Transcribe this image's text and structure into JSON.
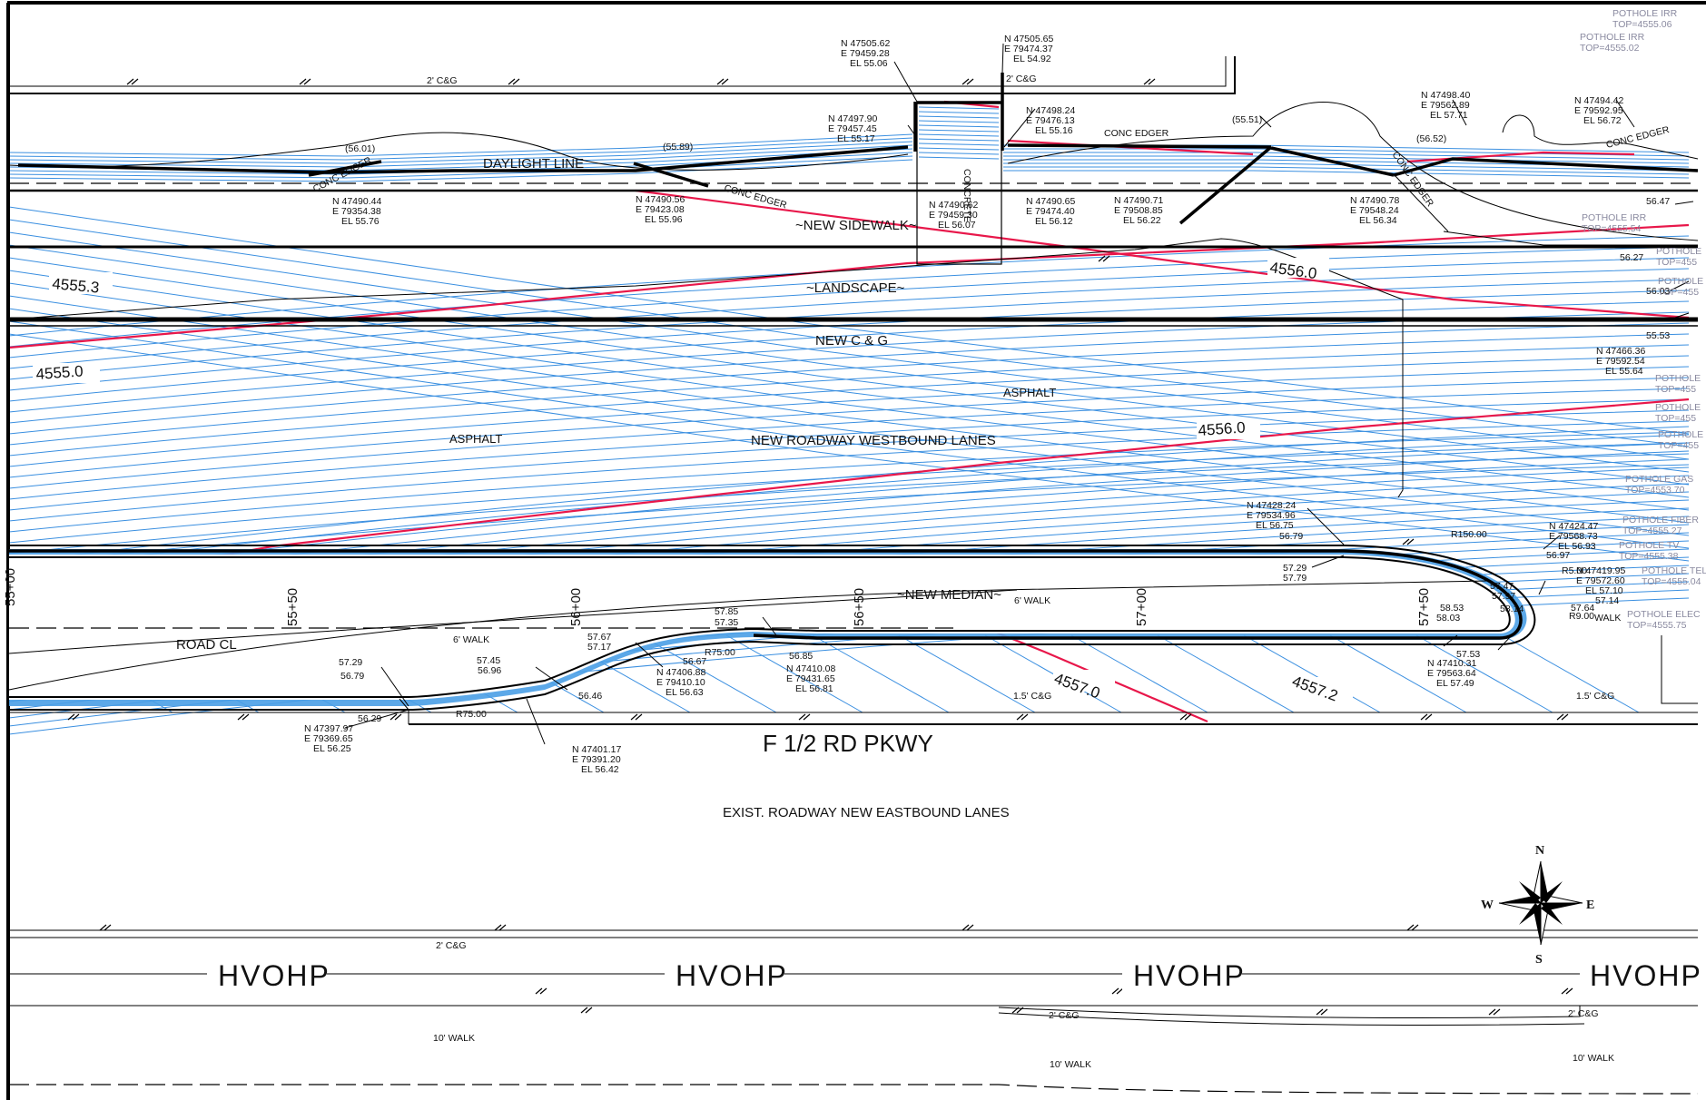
{
  "sheet_title": "F 1/2 RD PKWY",
  "areas": {
    "daylight_line": "DAYLIGHT LINE",
    "new_sidewalk": "~NEW SIDEWALK~",
    "landscape": "~LANDSCAPE~",
    "new_cg": "NEW C & G",
    "asphalt_1": "ASPHALT",
    "asphalt_2": "ASPHALT",
    "westbound": "NEW ROADWAY WESTBOUND LANES",
    "new_median": "~NEW MEDIAN~",
    "eastbound": "EXIST. ROADWAY NEW EASTBOUND LANES",
    "road_cl": "ROAD CL",
    "concrete": "CONCRETE"
  },
  "edge_labels": {
    "cg_top_1": "2' C&G",
    "cg_top_2": "2' C&G",
    "conc_edger_1": "CONC EDGER",
    "conc_edger_2": "CONC EDGER",
    "conc_edger_3": "CONC EDGER",
    "conc_edger_4": "CONC EDGER",
    "conc_edger_5": "CONC EDGER",
    "walk_6_a": "6' WALK",
    "walk_6_b": "6' WALK",
    "walk": "WALK",
    "cg15_a": "1.5' C&G",
    "cg15_b": "1.5' C&G",
    "cg_bot_1": "2' C&G",
    "cg_bot_2": "2' C&G",
    "cg_bot_3": "2' C&G",
    "walk10_a": "10' WALK",
    "walk10_b": "10' WALK",
    "walk10_c": "10' WALK"
  },
  "contour_labels": {
    "c1": "4555.3",
    "c2": "4555.0",
    "c3": "4556.0",
    "c4": "4556.0",
    "c5": "4557.0",
    "c6": "4557.2"
  },
  "hvohp": [
    "HVOHP",
    "HVOHP",
    "HVOHP",
    "HVOHP"
  ],
  "stations": [
    "55+00",
    "55+50",
    "56+00",
    "56+50",
    "57+00",
    "57+50"
  ],
  "radii": {
    "r150": "R150.00",
    "r5": "R5.00",
    "r9": "R9.00",
    "r75a": "R75.00",
    "r75b": "R75.00"
  },
  "spot_elevations": {
    "s1": "(56.01)",
    "s2": "(55.89)",
    "s3": "(55.51)",
    "s4": "(56.52)",
    "s5": "56.47",
    "s6": "56.27",
    "s7": "56.03",
    "s8": "55.53",
    "s9": "56.79",
    "s10": "57.29",
    "s11": "57.79",
    "s12": "56.97",
    "s13": "57.47",
    "s14": "57.97",
    "s15": "58.53",
    "s16": "58.03",
    "s17": "58.14",
    "s18": "57.64",
    "s19": "57.14",
    "s20": "57.53",
    "s21": "57.85",
    "s22": "57.35",
    "s23": "57.67",
    "s24": "57.17",
    "s25": "57.45",
    "s26": "56.96",
    "s27": "56.67",
    "s28": "56.85",
    "s29": "57.29",
    "s30": "56.79",
    "s31": "56.29",
    "s32": "56.46"
  },
  "coord_points": [
    {
      "n": "N  47505.62",
      "e": "E  79459.28",
      "el": "EL  55.06"
    },
    {
      "n": "N  47505.65",
      "e": "E  79474.37",
      "el": "EL  54.92"
    },
    {
      "n": "N  47497.90",
      "e": "E  79457.45",
      "el": "EL  55.17"
    },
    {
      "n": "N  47498.24",
      "e": "E  79476.13",
      "el": "EL  55.16"
    },
    {
      "n": "N  47498.40",
      "e": "E  79562.89",
      "el": "EL  57.71"
    },
    {
      "n": "N  47494.42",
      "e": "E  79592.95",
      "el": "EL  56.72"
    },
    {
      "n": "N  47490.44",
      "e": "E  79354.38",
      "el": "EL  55.76"
    },
    {
      "n": "N  47490.56",
      "e": "E  79423.08",
      "el": "EL  55.96"
    },
    {
      "n": "N  47490.62",
      "e": "E  79459.30",
      "el": "EL  56.07"
    },
    {
      "n": "N  47490.65",
      "e": "E  79474.40",
      "el": "EL  56.12"
    },
    {
      "n": "N  47490.71",
      "e": "E  79508.85",
      "el": "EL  56.22"
    },
    {
      "n": "N  47490.78",
      "e": "E  79548.24",
      "el": "EL  56.34"
    },
    {
      "n": "N  47466.36",
      "e": "E  79592.54",
      "el": "EL  55.64"
    },
    {
      "n": "N  47428.24",
      "e": "E  79534.96",
      "el": "EL  56.75"
    },
    {
      "n": "N  47424.47",
      "e": "E  79568.73",
      "el": "EL  56.93"
    },
    {
      "n": "N  47419.95",
      "e": "E  79572.60",
      "el": "EL  57.10"
    },
    {
      "n": "N  47410.31",
      "e": "E  79563.64",
      "el": "EL  57.49"
    },
    {
      "n": "N  47410.08",
      "e": "E  79431.65",
      "el": "EL  56.81"
    },
    {
      "n": "N  47406.88",
      "e": "E  79410.10",
      "el": "EL  56.63"
    },
    {
      "n": "N  47401.17",
      "e": "E  79391.20",
      "el": "EL  56.42"
    },
    {
      "n": "N  47397.97",
      "e": "E  79369.65",
      "el": "EL  56.25"
    }
  ],
  "potholes": [
    {
      "type": "POTHOLE IRR",
      "top": "TOP=4555.06"
    },
    {
      "type": "POTHOLE IRR",
      "top": "TOP=4555.02"
    },
    {
      "type": "POTHOLE IRR",
      "top": "TOP=4555.54"
    },
    {
      "type": "POTHOLE",
      "top": "TOP=455"
    },
    {
      "type": "POTHOLE",
      "top": "TOP=455"
    },
    {
      "type": "POTHOLE",
      "top": "TOP=455"
    },
    {
      "type": "POTHOLE",
      "top": "TOP=455"
    },
    {
      "type": "POTHOLE",
      "top": "TOP=455"
    },
    {
      "type": "POTHOLE GAS",
      "top": "TOP=4553.70"
    },
    {
      "type": "POTHOLE FIBER",
      "top": "TOP=4555.27"
    },
    {
      "type": "POTHOLE TV",
      "top": "TOP=4555.38"
    },
    {
      "type": "POTHOLE TELE",
      "top": "TOP=4555.04"
    },
    {
      "type": "POTHOLE ELEC",
      "top": "TOP=4555.75"
    }
  ],
  "north_arrow": {
    "n": "N",
    "s": "S",
    "e": "E",
    "w": "W"
  },
  "colors": {
    "contour": "#3a8fe0",
    "major_contour": "#e8174a",
    "linework": "#000000",
    "pothole_text": "#8a8aa0"
  }
}
